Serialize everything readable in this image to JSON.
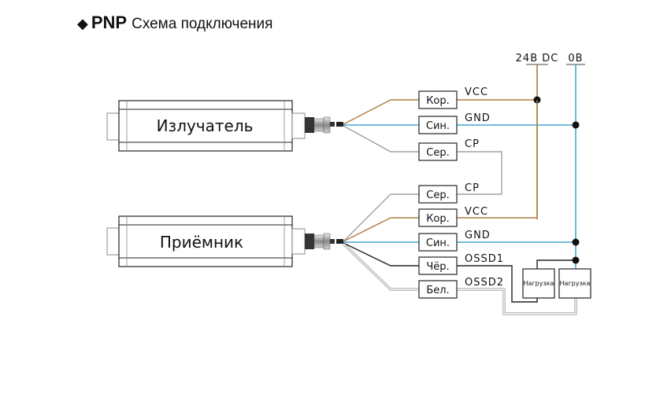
{
  "title": {
    "bullet": "◆",
    "type": "PNP",
    "subtitle": "Схема подключения"
  },
  "devices": {
    "emitter": "Излучатель",
    "receiver": "Приёмник"
  },
  "rails": {
    "supply": "24В DC",
    "ground": "0В"
  },
  "colors": {
    "brown": "#b07d3a",
    "blue": "#46a9cf",
    "gray": "#a0a0a0",
    "black": "#222222",
    "white_wire": "#c8c8c8"
  },
  "emitter_wires": [
    {
      "color_label": "Кор.",
      "signal": "VCC"
    },
    {
      "color_label": "Син.",
      "signal": "GND"
    },
    {
      "color_label": "Сер.",
      "signal": "CP"
    }
  ],
  "receiver_wires": [
    {
      "color_label": "Сер.",
      "signal": "CP"
    },
    {
      "color_label": "Кор.",
      "signal": "VCC"
    },
    {
      "color_label": "Син.",
      "signal": "GND"
    },
    {
      "color_label": "Чёр.",
      "signal": "OSSD1"
    },
    {
      "color_label": "Бел.",
      "signal": "OSSD2"
    }
  ],
  "loads": [
    {
      "label": "Нагрузка"
    },
    {
      "label": "Нагрузка"
    }
  ]
}
